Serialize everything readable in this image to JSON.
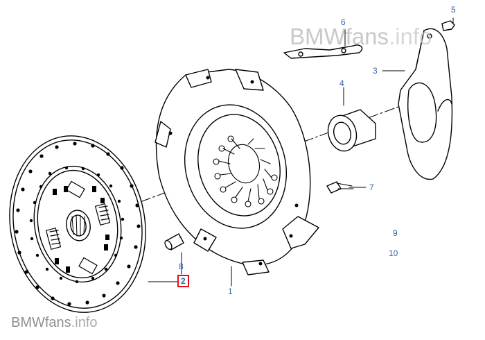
{
  "watermarks": {
    "top": {
      "main": "BMWfans",
      "suffix": ".info"
    },
    "bottom": {
      "main": "BMWfans",
      "suffix": ".info"
    }
  },
  "callouts": [
    {
      "id": "1",
      "label": "1"
    },
    {
      "id": "2",
      "label": "2",
      "highlighted": true
    },
    {
      "id": "3",
      "label": "3"
    },
    {
      "id": "4",
      "label": "4"
    },
    {
      "id": "5",
      "label": "5"
    },
    {
      "id": "6",
      "label": "6"
    },
    {
      "id": "7",
      "label": "7"
    },
    {
      "id": "8",
      "label": "8"
    },
    {
      "id": "9",
      "label": "9"
    },
    {
      "id": "10",
      "label": "10"
    }
  ],
  "colors": {
    "callout_text": "#2f63a8",
    "highlight_box": "#e0101e",
    "line_art": "#000000"
  }
}
